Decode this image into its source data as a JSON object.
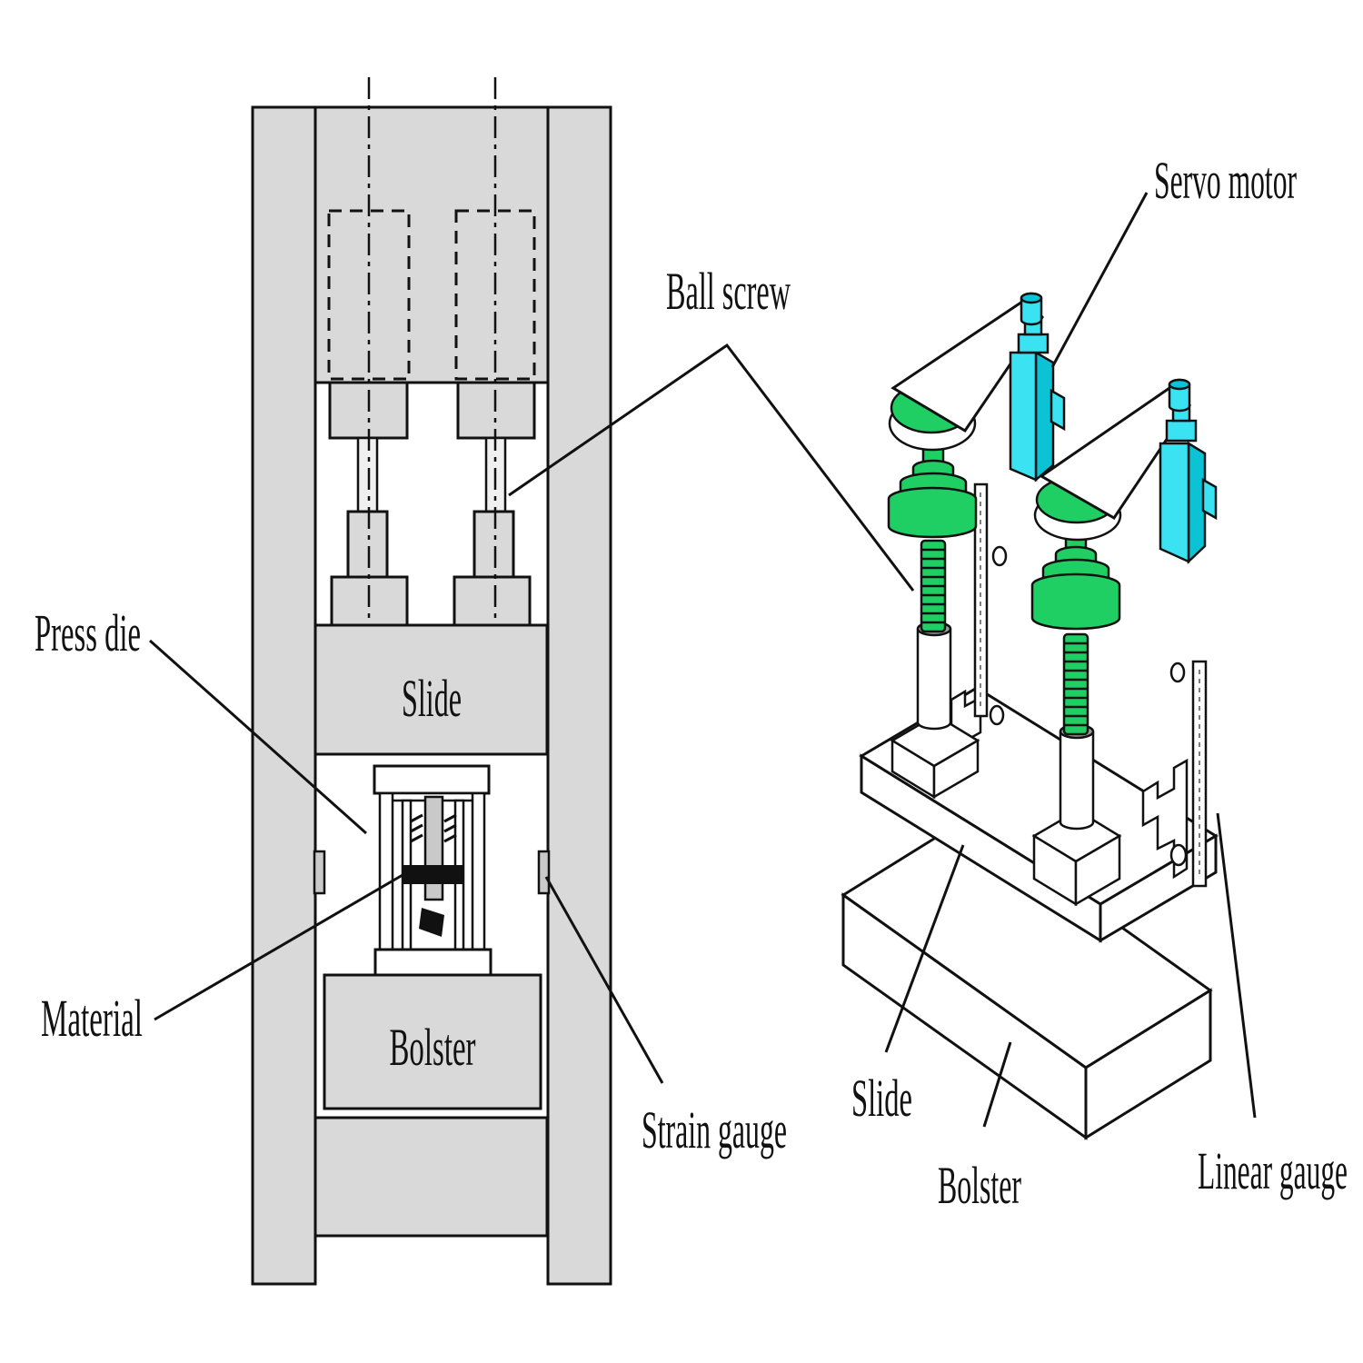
{
  "left_view": {
    "description": "2D cross-section of servo press",
    "labels": {
      "ball_screw": "Ball screw",
      "press_die": "Press die",
      "material": "Material",
      "slide": "Slide",
      "bolster": "Bolster",
      "strain_gauge": "Strain gauge"
    }
  },
  "right_view": {
    "description": "3D isometric view of servo press drive",
    "labels": {
      "servo_motor": "Servo motor",
      "slide": "Slide",
      "bolster": "Bolster",
      "linear_gauge": "Linear gauge"
    }
  },
  "colors": {
    "machine_gray": "#d9d9d9",
    "pulley_green": "#1fcf63",
    "motor_cyan": "#3ae2f2",
    "motor_cyan_dark": "#0cc3d6",
    "material_black": "#111111",
    "background": "#ffffff"
  }
}
